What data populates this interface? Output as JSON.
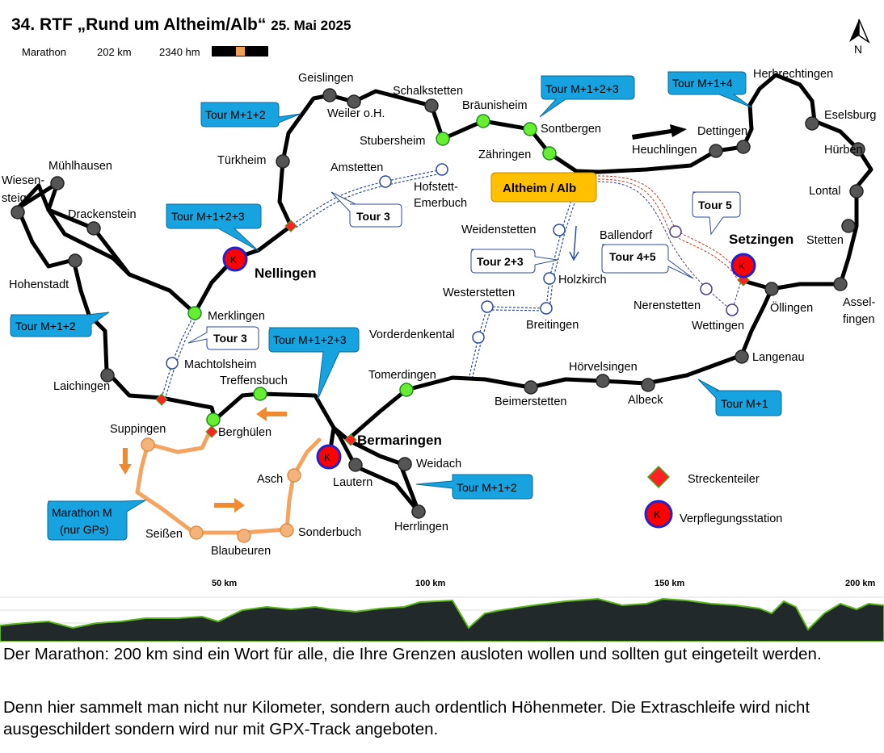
{
  "header": {
    "title": "34. RTF „Rund um Altheim/Alb“",
    "date": "25. Mai 2025",
    "type": "Marathon",
    "distance": "202 km",
    "elevation": "2340 hm"
  },
  "compass": {
    "letter": "N"
  },
  "start": {
    "label": "Altheim / Alb",
    "color": "#ffc000"
  },
  "places": {
    "geislingen": "Geislingen",
    "schalkstetten": "Schalkstetten",
    "braeunisheim": "Bräunisheim",
    "weiler": "Weiler o.H.",
    "stubersheim": "Stubersheim",
    "sontbergen": "Sontbergen",
    "zaehringen": "Zähringen",
    "tuerkheim": "Türkheim",
    "amstetten": "Amstetten",
    "hofstett1": "Hofstett-",
    "hofstett2": "Emerbuch",
    "muehlhausen": "Mühlhausen",
    "wiesensteig1": "Wiesen-",
    "wiesensteig2": "steig",
    "drackenstein": "Drackenstein",
    "herbrechtingen": "Herbrechtingen",
    "eselsburg": "Eselsburg",
    "dettingen": "Dettingen",
    "heuchlingen": "Heuchlingen",
    "huerben": "Hürben",
    "lontal": "Lontal",
    "stetten": "Stetten",
    "setzingen": "Setzingen",
    "ballendorf": "Ballendorf",
    "weidenstetten": "Weidenstetten",
    "holzkirch": "Holzkirch",
    "nellingen": "Nellingen",
    "hohenstadt": "Hohenstadt",
    "merklingen": "Merklingen",
    "westerstetten": "Westerstetten",
    "nerenstetten": "Nerenstetten",
    "oellingen": "Öllingen",
    "assel1": "Assel-",
    "assel2": "fingen",
    "wettingen": "Wettingen",
    "breitingen": "Breitingen",
    "vorderdenkental": "Vorderdenkental",
    "machtolsheim": "Machtolsheim",
    "langenau": "Langenau",
    "laichingen": "Laichingen",
    "treffensbuch": "Treffensbuch",
    "hoervelsingen": "Hörvelsingen",
    "tomerdingen": "Tomerdingen",
    "beimerstetten": "Beimerstetten",
    "albeck": "Albeck",
    "suppingen": "Suppingen",
    "berghuelen": "Berghülen",
    "bermaringen": "Bermaringen",
    "weidach": "Weidach",
    "lautern": "Lautern",
    "asch": "Asch",
    "herrlingen": "Herrlingen",
    "seissen": "Seißen",
    "sonderbuch": "Sonderbuch",
    "blaubeuren": "Blaubeuren"
  },
  "callouts": {
    "t1": "Tour M+1+2",
    "t2": "Tour M+1+2+3",
    "t3": "Tour M+1+4",
    "t4": "Tour 3",
    "t5": "Tour M+1+2+3",
    "t6": "Tour 5",
    "t7": "Tour 2+3",
    "t8": "Tour 4+5",
    "t9": "Tour M+1+2",
    "t10": "Tour 3",
    "t11": "Tour M+1+2+3",
    "t12": "Tour M+1",
    "t13": "Tour M+1+2",
    "t14a": "Marathon M",
    "t14b": "(nur GPs)"
  },
  "legend": {
    "splitter": "Streckenteiler",
    "food": "Verpflegungsstation",
    "food_letter": "K"
  },
  "profile": {
    "ticks": [
      "50 km",
      "100 km",
      "150 km",
      "200 km"
    ]
  },
  "text": {
    "p1": "Der Marathon:  200 km sind ein Wort für alle, die Ihre Grenzen ausloten wollen und sollten gut eingeteilt werden.",
    "p2": "Denn hier sammelt man nicht nur Kilometer, sondern auch ordentlich Höhenmeter. Die Extraschleife wird nicht ausgeschildert sondern wird nur mit GPX-Track angeboten."
  },
  "colors": {
    "route": "#000000",
    "marathon_extra": "#f4a460",
    "tour_callout": "#16a3e0",
    "green_point": "#66ee33",
    "food_station": "#ff0000",
    "food_ring": "#2222cc",
    "profile_fill": "#22292b",
    "profile_line": "#5ab61c"
  }
}
